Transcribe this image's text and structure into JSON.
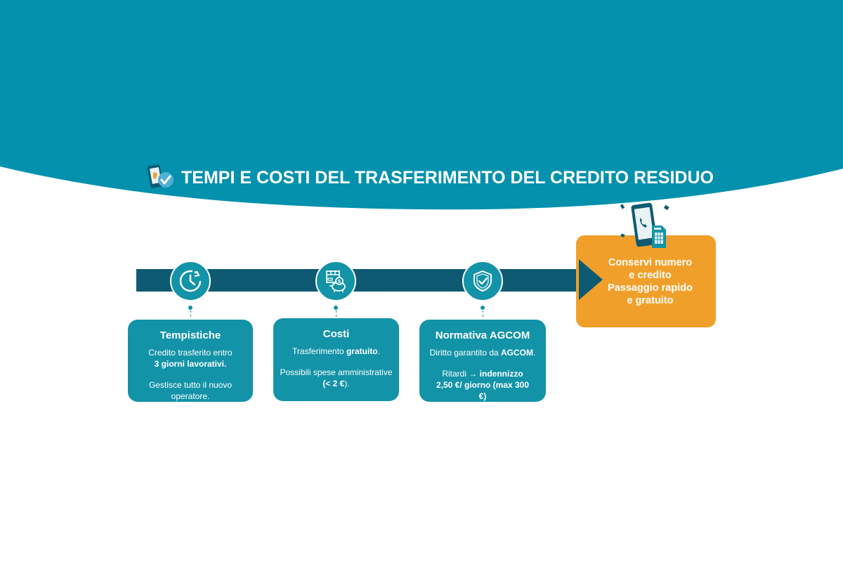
{
  "header": {
    "title": "TEMPI E COSTI DEL TRASFERIMENTO DEL CREDITO RESIDUO",
    "icon": "phone-check-icon"
  },
  "colors": {
    "header_teal": "#0391AD",
    "card_teal": "#1393A8",
    "arrow_dark": "#0E5A72",
    "result_orange": "#F0A02A"
  },
  "steps": [
    {
      "icon": "clock-icon",
      "title": "Tempistiche",
      "line1": "Credito trasferito entro",
      "line1_bold": "3 giorni lavorativi.",
      "line2": "Gestisce tutto il nuovo operatore."
    },
    {
      "icon": "box-piggy-bank-icon",
      "title": "Costi",
      "line1": "Trasferimento ",
      "line1_bold": "gratuito",
      "line1_tail": ".",
      "line2": "Possibili spese amministrative",
      "line2_bold": "(< 2 €",
      "line2_tail": ")."
    },
    {
      "icon": "shield-check-icon",
      "title": "Normativa AGCOM",
      "line1": "Diritto garantito da ",
      "line1_bold": "AGCOM",
      "line1_tail": ".",
      "line2": "Ritardi → ",
      "line2_bold": "indennizzo 2,50 €/ giorno (max 300 €)"
    }
  ],
  "result": {
    "icon": "phone-sim-icon",
    "line1": "Conservi numero",
    "line2": "e credito",
    "line3": "Passaggio rapido",
    "line4": "e gratuito"
  }
}
